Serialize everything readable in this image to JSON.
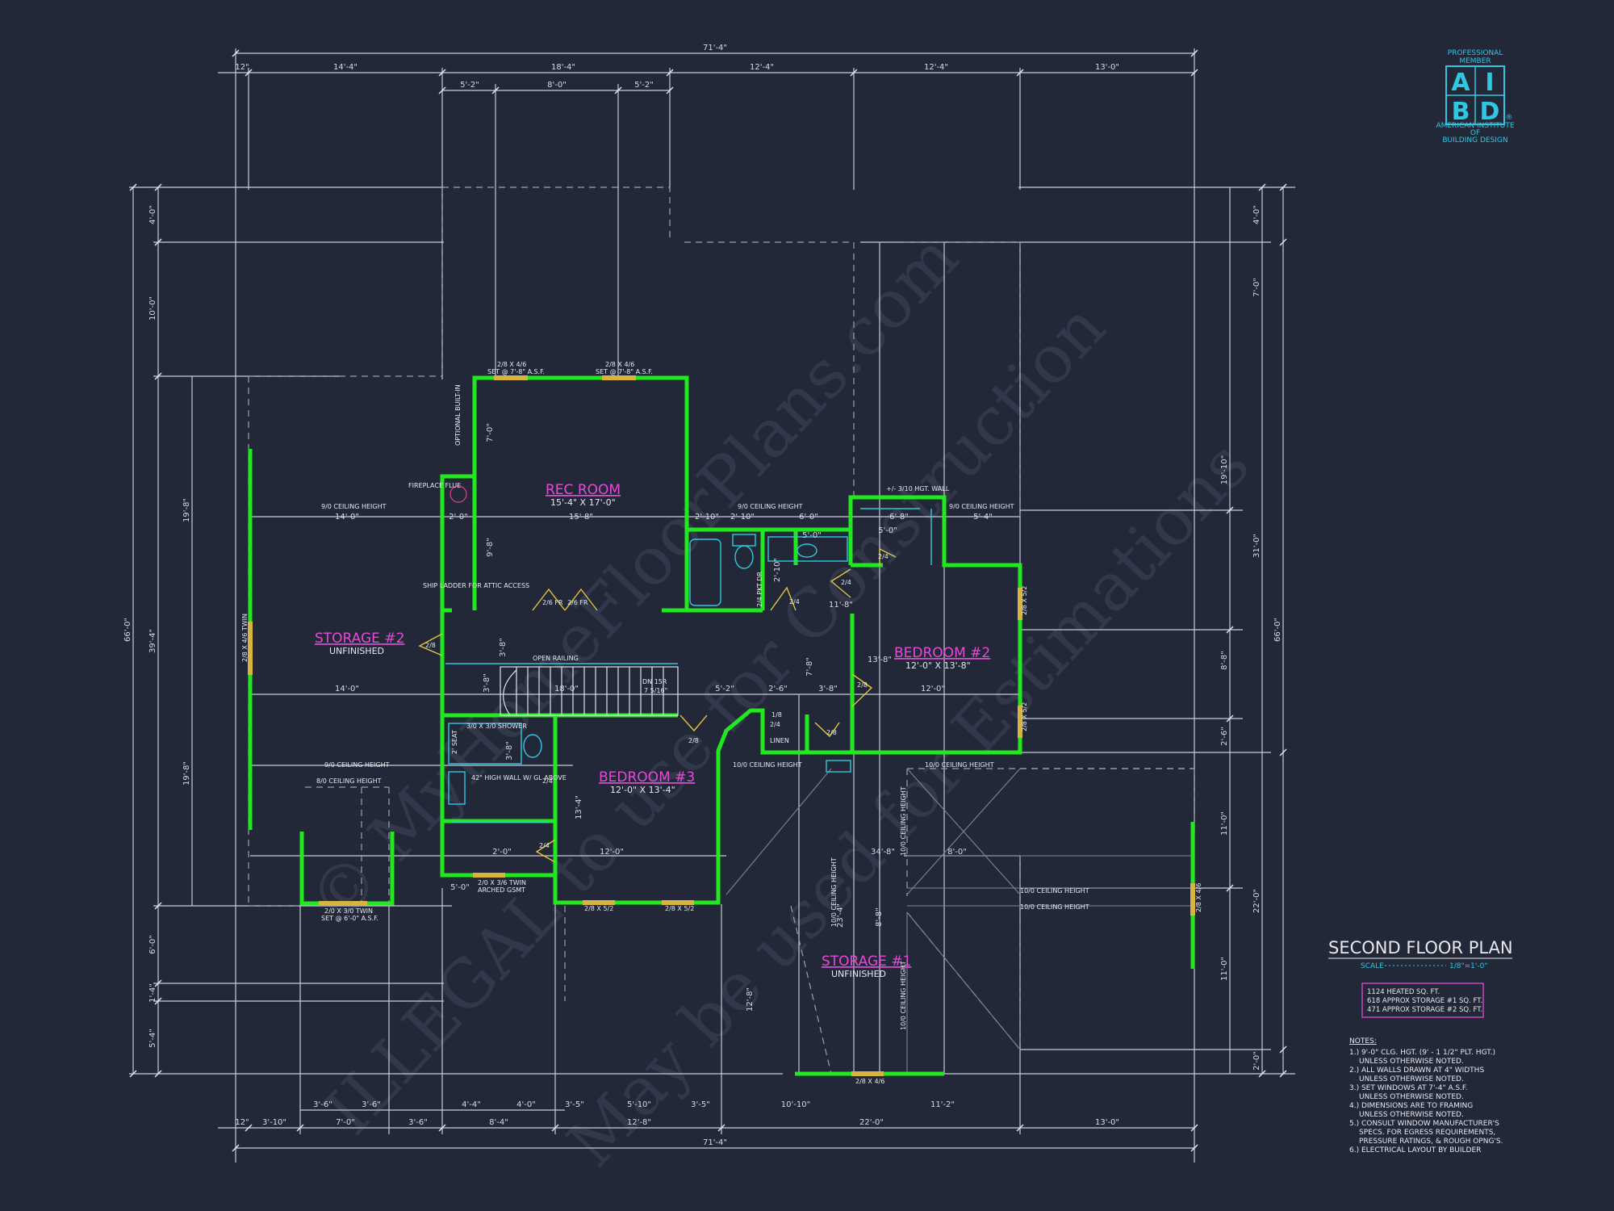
{
  "watermarks": [
    "© MyHomeFloorPlans.com",
    "ILLEGAL to use for Construction",
    "May be used for Estimations"
  ],
  "badge": {
    "top_lines": [
      "PROFESSIONAL",
      "MEMBER"
    ],
    "letters": [
      "A",
      "I",
      "B",
      "D"
    ],
    "registered": "®",
    "bottom_lines": [
      "AMERICAN INSTITUTE",
      "OF",
      "BUILDING DESIGN"
    ]
  },
  "title_block": {
    "title": "SECOND FLOOR PLAN",
    "scale_label": "SCALE",
    "scale_value": "1/8\"=1'-0\"",
    "sqft": [
      "1124 HEATED SQ. FT.",
      "618 APPROX STORAGE #1 SQ. FT.",
      "471 APPROX STORAGE #2 SQ. FT."
    ],
    "notes_title": "NOTES:",
    "notes": [
      "1.) 9'-0\" CLG. HGT. (9' - 1 1/2\" PLT. HGT.)",
      "UNLESS OTHERWISE NOTED.",
      "2.) ALL WALLS DRAWN AT 4\" WIDTHS",
      "UNLESS OTHERWISE NOTED.",
      "3.) SET WINDOWS AT 7'-4\" A.S.F.",
      "UNLESS OTHERWISE NOTED.",
      "4.) DIMENSIONS ARE TO FRAMING",
      "UNLESS OTHERWISE NOTED.",
      "5.) CONSULT WINDOW MANUFACTURER'S",
      "SPECS. FOR EGRESS REQUIREMENTS,",
      "PRESSURE RATINGS, & ROUGH OPNG'S.",
      "6.) ELECTRICAL LAYOUT BY BUILDER"
    ]
  },
  "rooms": [
    {
      "name": "REC ROOM",
      "size": "15'-4\" X 17'-0\""
    },
    {
      "name": "BEDROOM #2",
      "size": "12'-0\" X 13'-8\""
    },
    {
      "name": "BEDROOM #3",
      "size": "12'-0\" X 13'-4\""
    },
    {
      "name": "STORAGE #2",
      "size": "UNFINISHED"
    },
    {
      "name": "STORAGE #1",
      "size": "UNFINISHED"
    }
  ],
  "dimensions": {
    "top_overall": "71'-4\"",
    "top_chain": [
      "12\"",
      "14'-4\"",
      "18'-4\"",
      "12'-4\"",
      "12'-4\"",
      "13'-0\""
    ],
    "top_sub": [
      "5'-2\"",
      "8'-0\"",
      "5'-2\""
    ],
    "bottom_overall": "71'-4\"",
    "bottom_chain": [
      "12\"",
      "3'-10\"",
      "7'-0\"",
      "3'-6\"",
      "8'-4\"",
      "12'-8\"",
      "22'-0\"",
      "13'-0\""
    ],
    "bottom_sub": [
      "3'-6\"",
      "3'-6\"",
      "4'-4\"",
      "4'-0\"",
      "3'-5\"",
      "5'-10\"",
      "3'-5\"",
      "10'-10\"",
      "11'-2\""
    ],
    "left_overall": "66'-0\"",
    "left_chain": [
      "4'-0\"",
      "10'-0\"",
      "39'-4\"",
      "6'-0\"",
      "1'-4\"",
      "5'-4\""
    ],
    "left_sub": [
      "19'-8\"",
      "19'-8\""
    ],
    "right_overall": "66'-0\"",
    "right_chain": [
      "4'-0\"",
      "7'-0\"",
      "31'-0\"",
      "22'-0\"",
      "2'-0\""
    ],
    "right_sub": [
      "19'-10\"",
      "8'-8\"",
      "2'-6\"",
      "11'-0\"",
      "11'-0\""
    ]
  },
  "labels": {
    "ceiling_9": "9/0 CEILING HEIGHT",
    "ceiling_8": "8/0 CEILING HEIGHT",
    "ceiling_10": "10/0 CEILING HEIGHT",
    "open_railing": "OPEN RAILING",
    "dn_stairs": "DN 15R",
    "riser": "7 5/16\"",
    "linen": "LINEN",
    "optional_builtin": "OPTIONAL BUILT-IN",
    "fireplace_flue": "FIREPLACE FLUE",
    "ship_ladder": "SHIP LADDER FOR ATTIC ACCESS",
    "shower": "3/0 X 3/0 SHOWER",
    "high_wall": "42\" HIGH WALL W/ GL ABOVE",
    "seat": "2' SEAT",
    "wall_hgt": "+/- 3/10 HGT. WALL",
    "win_top1": "2/8 X 4/6",
    "win_top1b": "SET @ 7'-8\" A.S.F.",
    "win_top2": "2/8 X 4/6",
    "win_top2b": "SET @ 7'-8\" A.S.F.",
    "win_left": "2/8 X 4/6 TWIN",
    "win_bed3a": "2/8 X 5/2",
    "win_bed3b": "2/8 X 5/2",
    "win_bath": "2/0 X 3/6 TWIN",
    "win_bathb": "ARCHED GSMT",
    "win_bed2a": "2/8 X 5/2",
    "win_bed2b": "2/8 X 5/2",
    "win_stor1": "2/8 X 4/6",
    "win_right": "2/8 X 4/6",
    "win_dormer": "2/0 X 3/0 TWIN",
    "win_dormerb": "SET @ 6'-0\" A.S.F.",
    "d_fr1": "2/6 FR",
    "d_fr2": "2/6 FR",
    "d_28": "2/8",
    "d_24": "2/4",
    "d_18": "1/8",
    "d_pkt": "2/4 PKT DR",
    "int_dims": [
      "14'-0\"",
      "2'-0\"",
      "15'-8\"",
      "2'-10\"",
      "2'-10\"",
      "6'-0\"",
      "6'-8\"",
      "5'-4\"",
      "14'-0\"",
      "18'-0\"",
      "5'-2\"",
      "2'-6\"",
      "3'-8\"",
      "12'-0\"",
      "12'-0\"",
      "8'-0\"",
      "34'-8\"",
      "5'-0\"",
      "2'-0\"",
      "3'-8\"",
      "7'-0\"",
      "9'-8\"",
      "3'-8\"",
      "3'-8\"",
      "7'-8\"",
      "13'-8\"",
      "13'-4\"",
      "8'-8\"",
      "23'-4\"",
      "12'-8\"",
      "2'-10\"",
      "11'-8\"",
      "5'-0\"",
      "5'-0\""
    ]
  }
}
